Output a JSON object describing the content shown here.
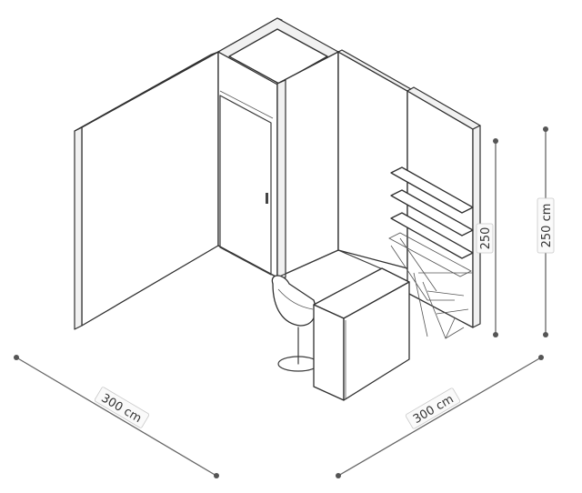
{
  "dimensions": {
    "width_label": "300 cm",
    "depth_label": "300 cm",
    "height_label": "250 cm",
    "inner_height_label": "250"
  }
}
